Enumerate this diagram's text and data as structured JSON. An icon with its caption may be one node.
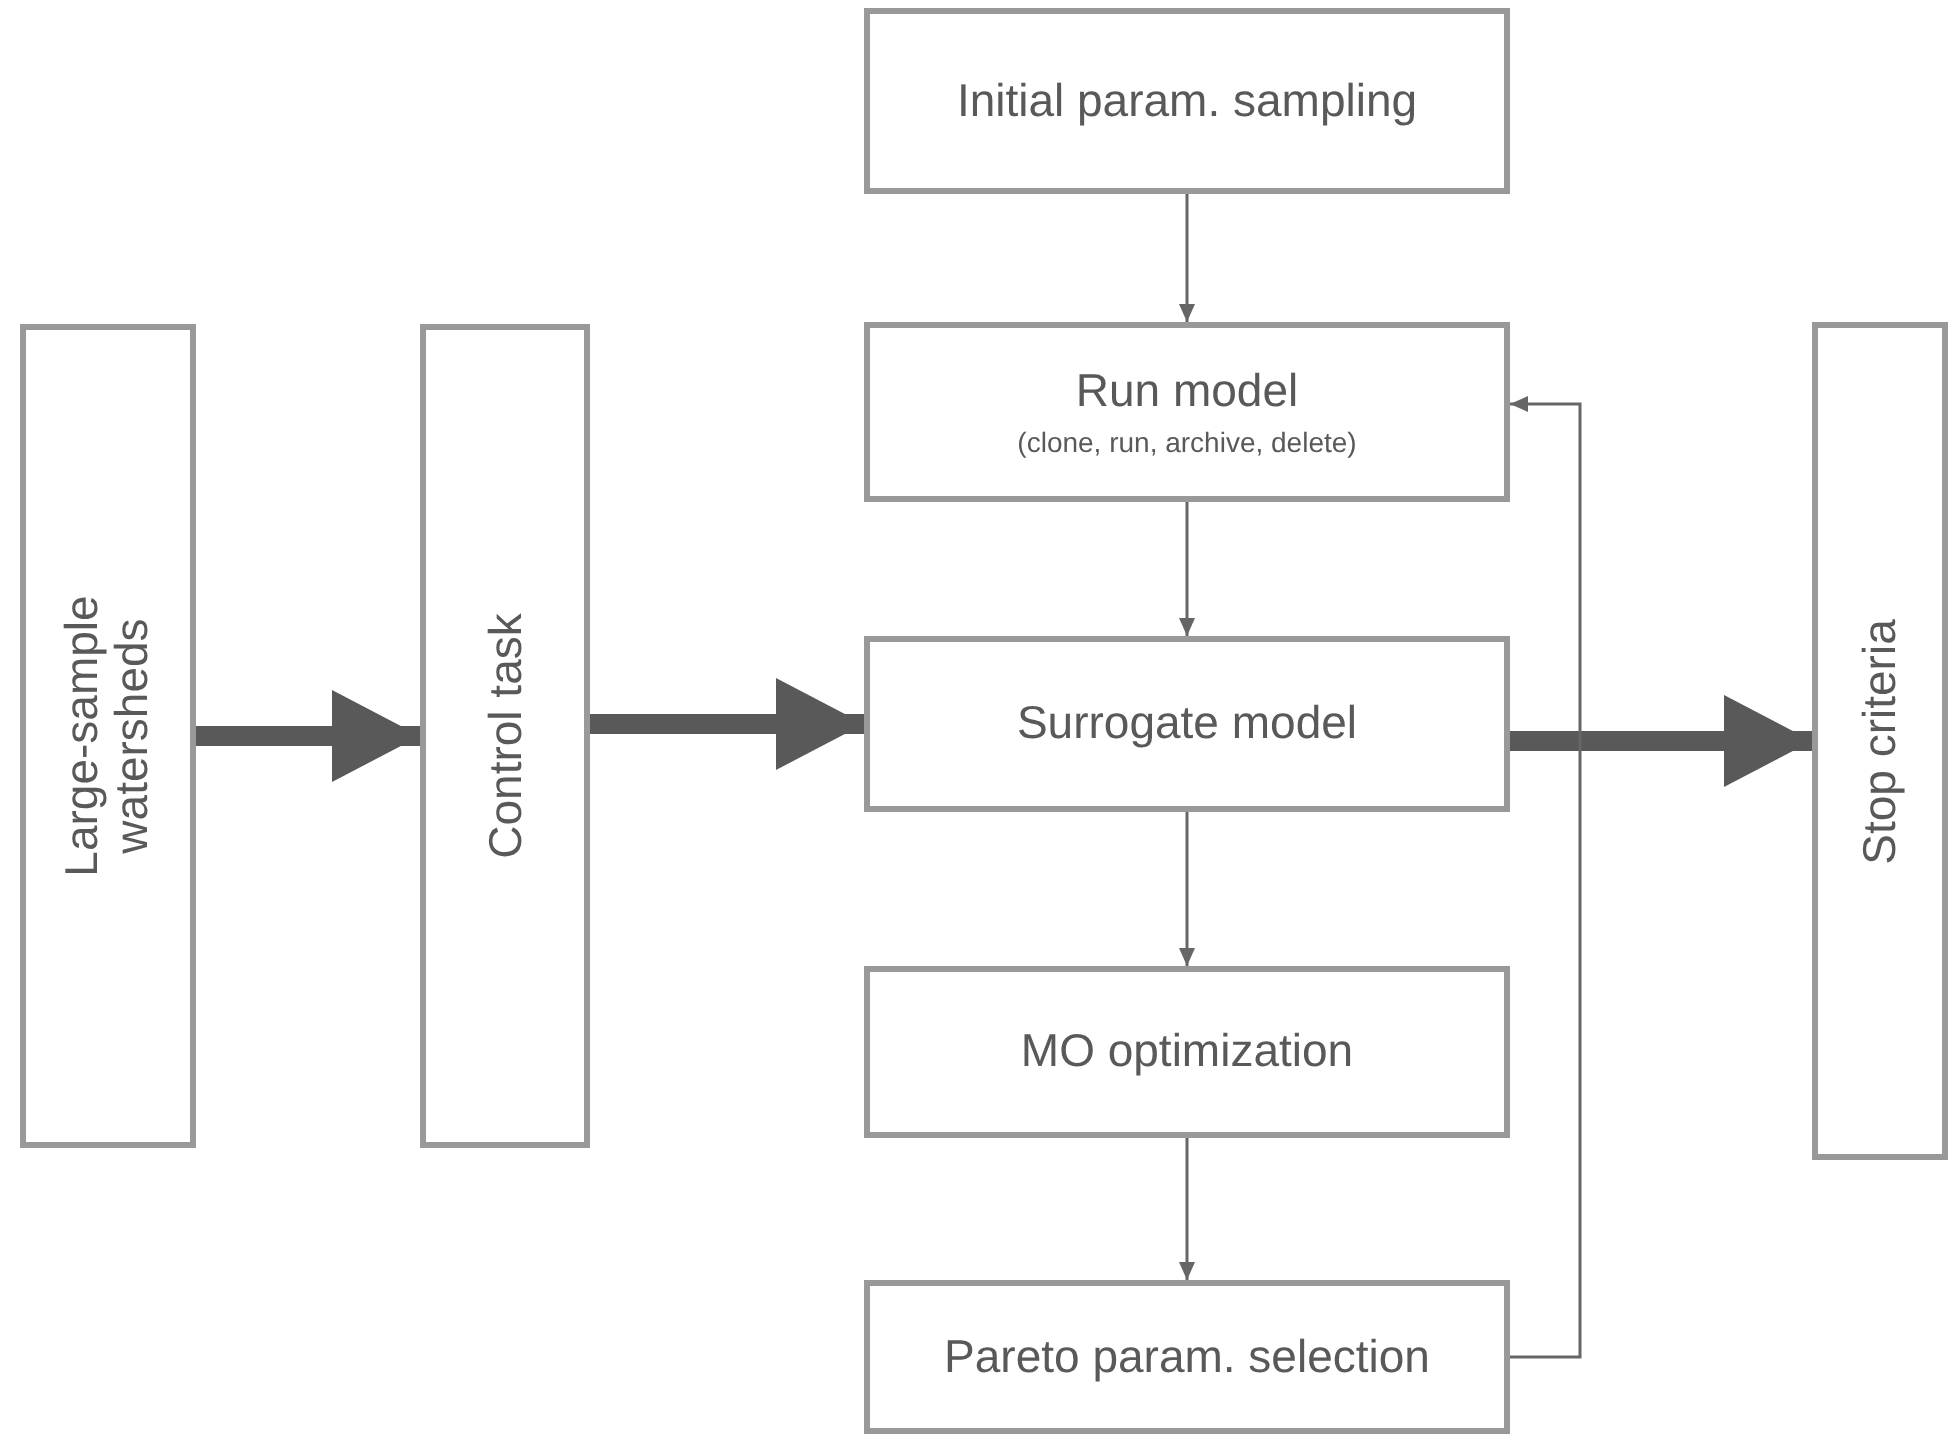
{
  "diagram": {
    "nodes": [
      {
        "text": [
          "Large-sample watersheds"
        ]
      },
      {
        "text": [
          "Control task"
        ]
      },
      {
        "text": [
          "Initial param. sampling"
        ]
      },
      {
        "text": [
          "Run model",
          "(clone, run, archive, delete)"
        ]
      },
      {
        "text": [
          "Surrogate model"
        ]
      },
      {
        "text": [
          "MO optimization"
        ]
      },
      {
        "text": [
          "Pareto param. selection"
        ]
      },
      {
        "text": [
          "Stop criteria"
        ]
      }
    ],
    "edges": [
      {
        "from": 0,
        "to": 1,
        "arrow": "to",
        "style": "thick"
      },
      {
        "from": 1,
        "to": 4,
        "arrow": "to",
        "style": "thick"
      },
      {
        "from": 4,
        "to": 7,
        "arrow": "to",
        "style": "thick"
      },
      {
        "from": 2,
        "to": 3,
        "arrow": "to"
      },
      {
        "from": 3,
        "to": 4,
        "arrow": "to"
      },
      {
        "from": 4,
        "to": 5,
        "arrow": "to"
      },
      {
        "from": 5,
        "to": 6,
        "arrow": "to"
      },
      {
        "from": 6,
        "to": 3,
        "arrow": "to"
      }
    ]
  }
}
